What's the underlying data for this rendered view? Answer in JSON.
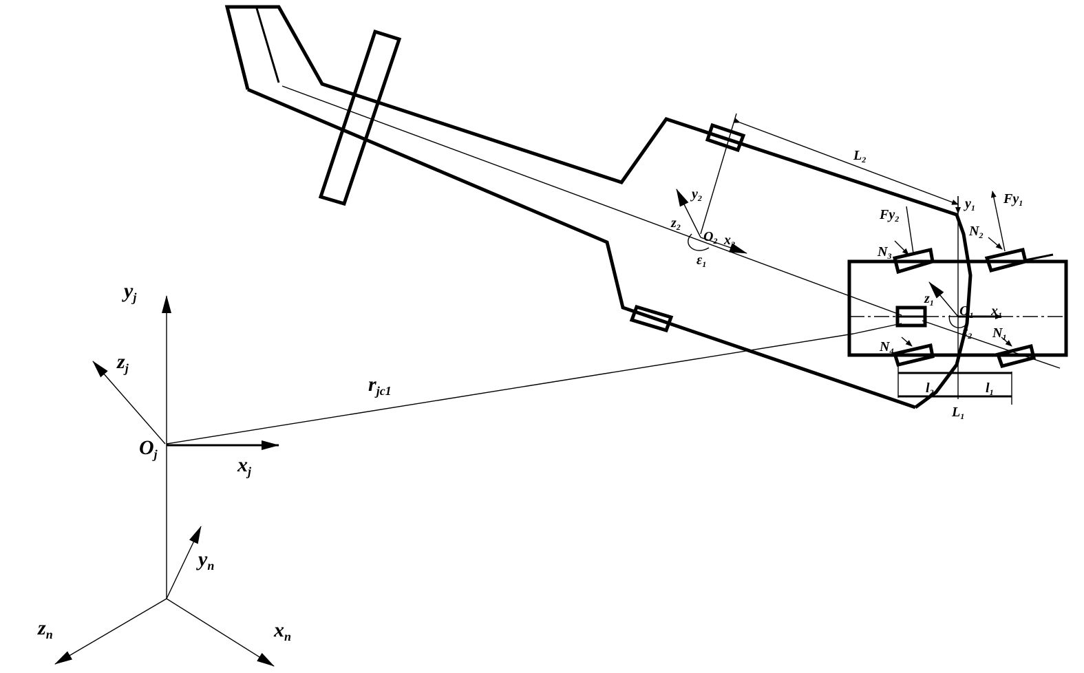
{
  "labels": {
    "y2": {
      "base": "y",
      "sub": "2"
    },
    "z2": {
      "base": "z",
      "sub": "2"
    },
    "O2": {
      "base": "O",
      "sub": "2"
    },
    "x2": {
      "base": "x",
      "sub": "2"
    },
    "eps1": {
      "base": "ε",
      "sub": "1"
    },
    "L2": {
      "base": "L",
      "sub": "2"
    },
    "y1": {
      "base": "y",
      "sub": "1"
    },
    "Fy2": {
      "base": "Fy",
      "sub": "2"
    },
    "Fy1": {
      "base": "Fy",
      "sub": "1"
    },
    "N1": {
      "base": "N",
      "sub": "1"
    },
    "N2": {
      "base": "N",
      "sub": "2"
    },
    "N3": {
      "base": "N",
      "sub": "3"
    },
    "N4": {
      "base": "N",
      "sub": "4"
    },
    "z1": {
      "base": "z",
      "sub": "1"
    },
    "O1": {
      "base": "O",
      "sub": "1"
    },
    "x1": {
      "base": "x",
      "sub": "1"
    },
    "eps2": {
      "base": "ε",
      "sub": "2"
    },
    "l2": {
      "base": "l",
      "sub": "2"
    },
    "l1": {
      "base": "l",
      "sub": "1"
    },
    "L1": {
      "base": "L",
      "sub": "1"
    },
    "yj": {
      "base": "y",
      "sub": "j"
    },
    "zj": {
      "base": "z",
      "sub": "j"
    },
    "Oj": {
      "base": "O",
      "sub": "j"
    },
    "xj": {
      "base": "x",
      "sub": "j"
    },
    "rjc1": {
      "base": "r",
      "sub": "jc1"
    },
    "yn": {
      "base": "y",
      "sub": "n"
    },
    "zn": {
      "base": "z",
      "sub": "n"
    },
    "xn": {
      "base": "x",
      "sub": "n"
    }
  }
}
